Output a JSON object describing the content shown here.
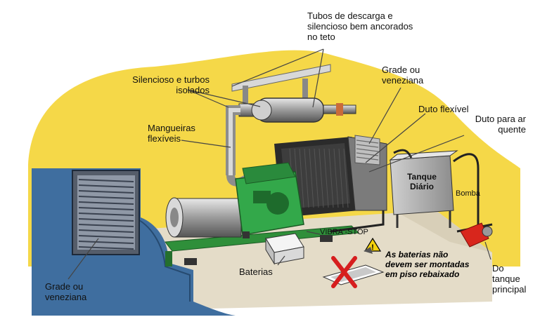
{
  "labels": {
    "exhaust_pipes": "Tubos de descarga e\nsilencioso bem ancorados\nno teto",
    "muffler": "Silencioso e turbos\nisolados",
    "grille_top": "Grade ou\nveneziana",
    "flex_duct": "Duto flexível",
    "hot_air_duct": "Duto para ar\nquente",
    "flex_hoses": "Mangueiras\nflexíveis",
    "tank": "Tanque\nDiário",
    "pump": "Bomba",
    "vibra_stop": "VIBRA -STOP",
    "batteries": "Baterias",
    "warning": "As baterias não\ndevem ser montadas\nem piso rebaixado",
    "grille_left": "Grade ou\nveneziana",
    "main_tank": "Do\ntanque\nprincipal"
  },
  "colors": {
    "wall_yellow": "#f5d848",
    "wall_blue": "#3f6e9f",
    "engine_green": "#33a84a",
    "frame_green": "#2f8f3a",
    "floor": "#e4dcc8",
    "radiator_dark": "#2b2b2b",
    "pump_red": "#d8261c",
    "no_sign_red": "#d61e1e"
  }
}
